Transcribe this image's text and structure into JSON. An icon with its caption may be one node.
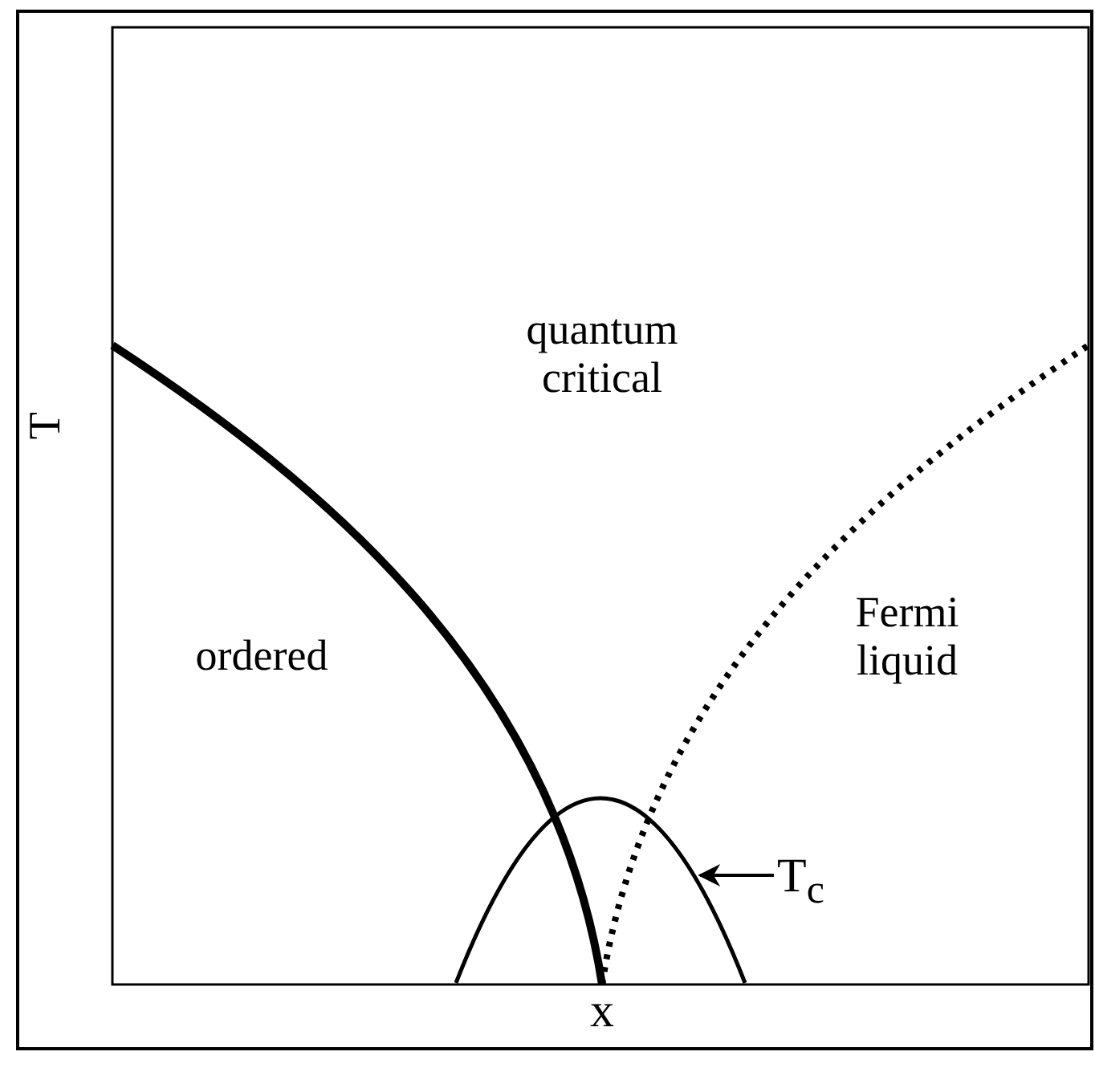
{
  "diagram": {
    "nodes": [
      {
        "text": [],
        "shape": "arc"
      },
      {
        "text": [
          "T$_{c}$"
        ]
      }
    ],
    "edges": [
      {
        "from": 1,
        "to": 0,
        "arrow": "to"
      }
    ],
    "labels": [
      "quantum critical",
      "ordered",
      "Fermi liquid",
      "T",
      "x"
    ]
  }
}
